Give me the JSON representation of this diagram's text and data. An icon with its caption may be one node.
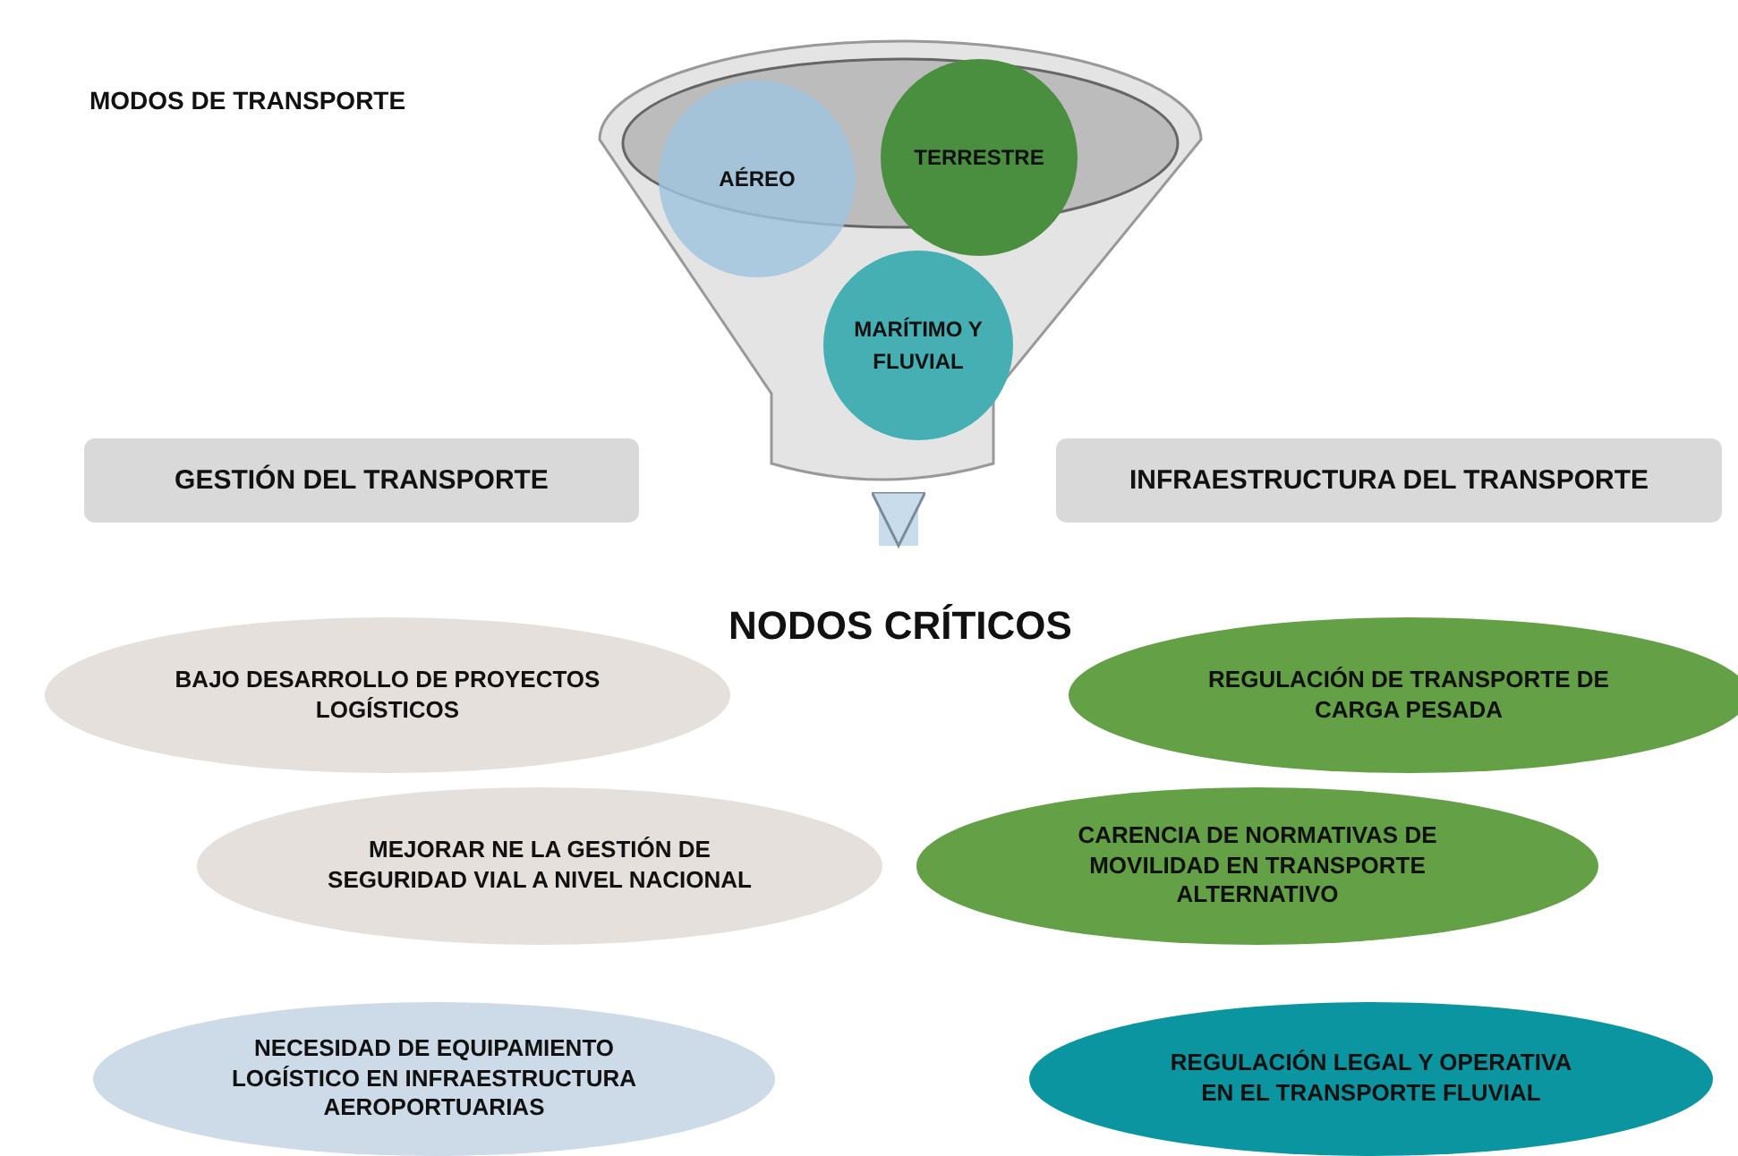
{
  "diagram": {
    "nodes": [
      {
        "text": [],
        "shape": "funnel"
      },
      {
        "text": [
          "AÉREO"
        ],
        "in": 0
      },
      {
        "text": [
          "TERRESTRE"
        ],
        "in": 0
      },
      {
        "text": [
          "MARÍTIMO Y FLUVIAL"
        ],
        "in": 0
      },
      {
        "text": [
          "GESTIÓN DEL TRANSPORTE"
        ]
      },
      {
        "text": [
          "INFRAESTRUCTURA DEL TRANSPORTE"
        ]
      },
      {
        "text": [
          "NODOS CRÍTICOS"
        ]
      },
      {
        "text": [
          "BAJO DESARROLLO DE PROYECTOS LOGÍSTICOS"
        ]
      },
      {
        "text": [
          "REGULACIÓN DE TRANSPORTE DE CARGA PESADA"
        ]
      },
      {
        "text": [
          "MEJORAR NE LA GESTIÓN DE SEGURIDAD VIAL A NIVEL NACIONAL"
        ]
      },
      {
        "text": [
          "CARENCIA DE NORMATIVAS DE MOVILIDAD EN TRANSPORTE ALTERNATIVO"
        ]
      },
      {
        "text": [
          "NECESIDAD DE EQUIPAMIENTO LOGÍSTICO EN INFRAESTRUCTURA AEROPORTUARIAS"
        ]
      },
      {
        "text": [
          "REGULACIÓN LEGAL Y OPERATIVA EN EL TRANSPORTE FLUVIAL"
        ]
      }
    ],
    "edges": [
      {
        "from": 0,
        "to": 6,
        "arrow": "to"
      }
    ],
    "labels": [
      "MODOS DE TRANSPORTE"
    ]
  }
}
